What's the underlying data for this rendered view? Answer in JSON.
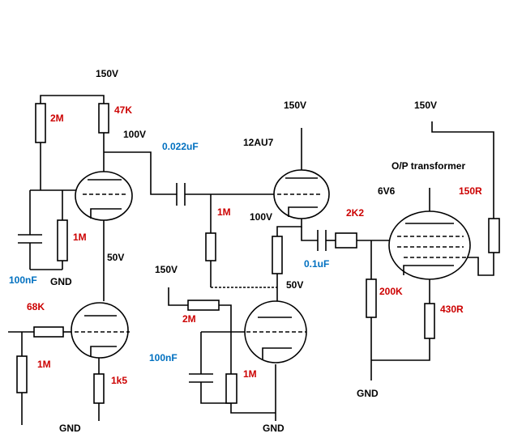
{
  "colors": {
    "wire": "#000000",
    "voltage_label": "#000000",
    "resistor_label": "#cc0000",
    "capacitor_label": "#0070c0"
  },
  "labels": {
    "v150_top": "150V",
    "r_2m_top": "2M",
    "r_47k": "47K",
    "v100_a": "100V",
    "c_0022": "0.022uF",
    "v150_mid": "150V",
    "tube_12au7": "12AU7",
    "v150_right": "150V",
    "op_transformer": "O/P transformer",
    "tube_6v6": "6V6",
    "r_150r": "150R",
    "r_1m_mid": "1M",
    "v100_b": "100V",
    "r_2k2": "2K2",
    "r_1m_left": "1M",
    "c_100nf_left": "100nF",
    "gnd_left_top": "GND",
    "v50_a": "50V",
    "c_01uf": "0.1uF",
    "r_200k": "200K",
    "v150_lower": "150V",
    "v50_b": "50V",
    "r_68k": "68K",
    "r_2m_lower": "2M",
    "r_430r": "430R",
    "c_100nf_lower": "100nF",
    "r_1m_lower_left": "1M",
    "r_1m_lower_mid": "1M",
    "r_1k5": "1k5",
    "gnd_right": "GND",
    "gnd_bottom_left": "GND",
    "gnd_bottom_mid": "GND"
  }
}
